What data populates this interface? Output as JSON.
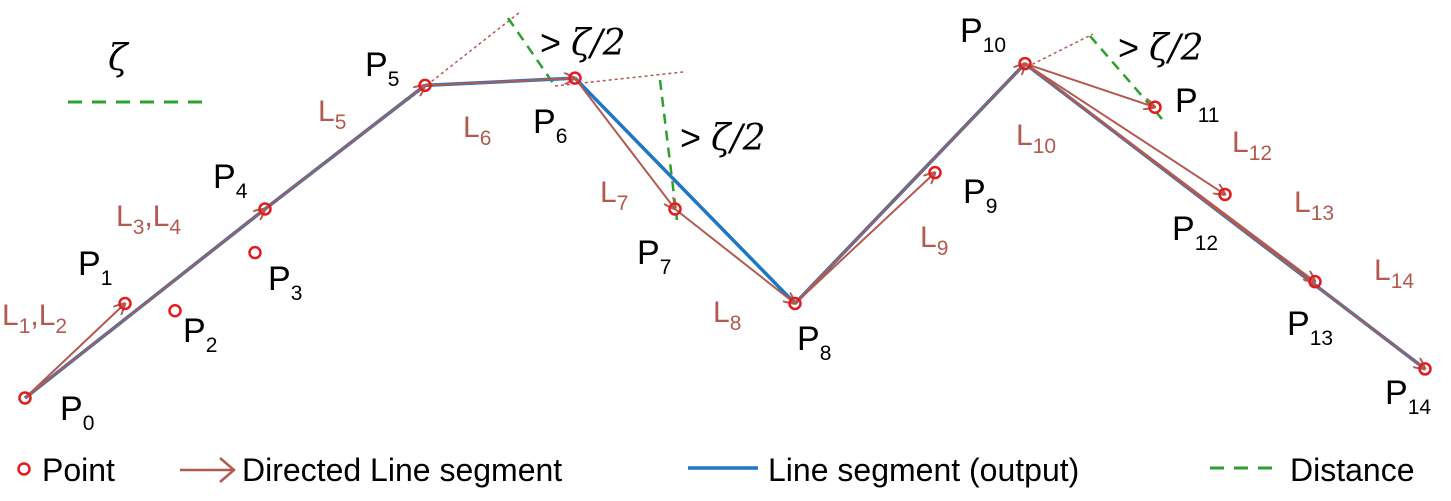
{
  "colors": {
    "point": "#e41a1c",
    "directed": "#b35a50",
    "output": "#1f77c4",
    "distance": "#2ca02c",
    "aux": "#b35a50"
  },
  "points": [
    {
      "name": "P0",
      "base": "P",
      "sub": "0",
      "x": 0,
      "y": 0
    },
    {
      "name": "P1",
      "base": "P",
      "sub": "1",
      "x": 1,
      "y": 1.3
    },
    {
      "name": "P2",
      "base": "P",
      "sub": "2",
      "x": 1.5,
      "y": 1.2
    },
    {
      "name": "P3",
      "base": "P",
      "sub": "3",
      "x": 2.3,
      "y": 2.0
    },
    {
      "name": "P4",
      "base": "P",
      "sub": "4",
      "x": 2.4,
      "y": 2.6
    },
    {
      "name": "P5",
      "base": "P",
      "sub": "5",
      "x": 4,
      "y": 4.3
    },
    {
      "name": "P6",
      "base": "P",
      "sub": "6",
      "x": 5.5,
      "y": 4.4
    },
    {
      "name": "P7",
      "base": "P",
      "sub": "7",
      "x": 6.5,
      "y": 2.6
    },
    {
      "name": "P8",
      "base": "P",
      "sub": "8",
      "x": 7.7,
      "y": 1.3
    },
    {
      "name": "P9",
      "base": "P",
      "sub": "9",
      "x": 9.1,
      "y": 3.1
    },
    {
      "name": "P10",
      "base": "P",
      "sub": "10",
      "x": 10,
      "y": 4.6
    },
    {
      "name": "P11",
      "base": "P",
      "sub": "11",
      "x": 11.3,
      "y": 4.0
    },
    {
      "name": "P12",
      "base": "P",
      "sub": "12",
      "x": 12,
      "y": 2.8
    },
    {
      "name": "P13",
      "base": "P",
      "sub": "13",
      "x": 12.9,
      "y": 1.6
    },
    {
      "name": "P14",
      "base": "P",
      "sub": "14",
      "x": 14,
      "y": 0.4
    }
  ],
  "output_polyline": [
    0,
    4,
    5,
    6,
    8,
    10,
    14
  ],
  "directed_segments": [
    {
      "from": 0,
      "to": 1
    },
    {
      "from": 0,
      "to": 4
    },
    {
      "from": 4,
      "to": 5
    },
    {
      "from": 5,
      "to": 6
    },
    {
      "from": 6,
      "to": 7
    },
    {
      "from": 7,
      "to": 8
    },
    {
      "from": 8,
      "to": 9
    },
    {
      "from": 8,
      "to": 10
    },
    {
      "from": 10,
      "to": 11
    },
    {
      "from": 10,
      "to": 12
    },
    {
      "from": 10,
      "to": 13
    },
    {
      "from": 10,
      "to": 14
    }
  ],
  "segment_labels": [
    {
      "base": "L",
      "sub": "1",
      "base2": "L",
      "sub2": "2"
    },
    {
      "base": "L",
      "sub": "3",
      "base2": "L",
      "sub2": "4"
    },
    {
      "base": "L",
      "sub": "5"
    },
    {
      "base": "L",
      "sub": "6"
    },
    {
      "base": "L",
      "sub": "7"
    },
    {
      "base": "L",
      "sub": "8"
    },
    {
      "base": "L",
      "sub": "9"
    },
    {
      "base": "L",
      "sub": "10"
    },
    {
      "base": "L",
      "sub": "12"
    },
    {
      "base": "L",
      "sub": "13"
    },
    {
      "base": "L",
      "sub": "14"
    }
  ],
  "annotations": {
    "zeta": "ζ",
    "gt_prefix": "> ",
    "half_zeta": "ζ/2"
  },
  "legend": [
    {
      "key": "point",
      "label": "Point"
    },
    {
      "key": "directed",
      "label": "Directed Line segment"
    },
    {
      "key": "output",
      "label": "Line segment (output)"
    },
    {
      "key": "distance",
      "label": "Distance"
    }
  ]
}
